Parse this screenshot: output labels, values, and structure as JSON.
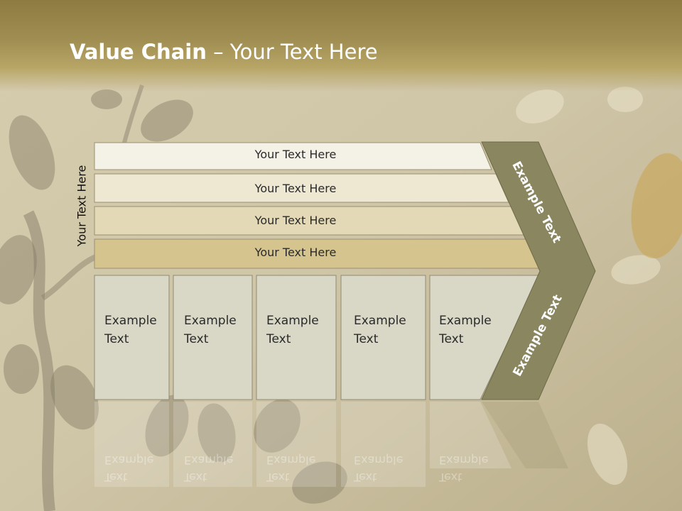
{
  "slide": {
    "title_bold": "Value Chain",
    "title_rest": " – Your Text Here",
    "side_label": "Your Text Here"
  },
  "bars": [
    {
      "label": "Your Text Here",
      "fill": "#f4f1e6"
    },
    {
      "label": "Your Text Here",
      "fill": "#eee7d2"
    },
    {
      "label": "Your Text Here",
      "fill": "#e3d9b7"
    },
    {
      "label": "Your Text Here",
      "fill": "#d5c48d"
    }
  ],
  "boxes": [
    {
      "line1": "Example",
      "line2": "Text"
    },
    {
      "line1": "Example",
      "line2": "Text"
    },
    {
      "line1": "Example",
      "line2": "Text"
    },
    {
      "line1": "Example",
      "line2": "Text"
    },
    {
      "line1": "Example",
      "line2": "Text"
    }
  ],
  "chevron": {
    "upper_label": "Example Text",
    "lower_label": "Example Text",
    "fill": "#8a8660"
  },
  "colors": {
    "title_band": "#a18e52",
    "box_fill": "#d9d8c6",
    "box_stroke": "#8f8a73"
  }
}
